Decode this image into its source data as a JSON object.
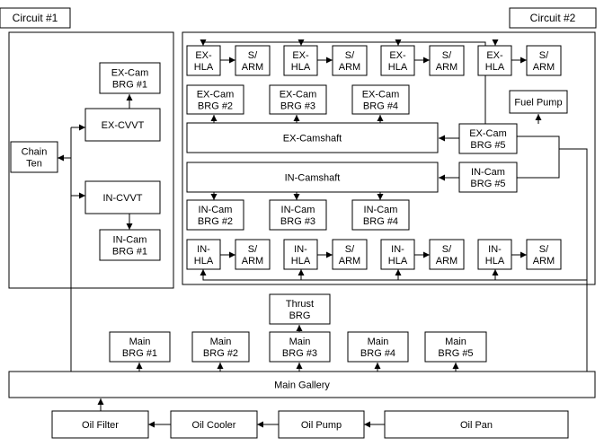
{
  "circuits": {
    "c1": "Circuit #1",
    "c2": "Circuit #2"
  },
  "nodes": {
    "ex_cam_brg1": [
      "EX-Cam",
      "BRG #1"
    ],
    "ex_cvvt": [
      "EX-CVVT"
    ],
    "chain_ten": [
      "Chain",
      "Ten"
    ],
    "in_cvvt": [
      "IN-CVVT"
    ],
    "in_cam_brg1": [
      "IN-Cam",
      "BRG #1"
    ],
    "ex_hla_1": [
      "EX-",
      "HLA"
    ],
    "s_arm_ex_1": [
      "S/",
      "ARM"
    ],
    "ex_hla_2": [
      "EX-",
      "HLA"
    ],
    "s_arm_ex_2": [
      "S/",
      "ARM"
    ],
    "ex_hla_3": [
      "EX-",
      "HLA"
    ],
    "s_arm_ex_3": [
      "S/",
      "ARM"
    ],
    "ex_hla_4": [
      "EX-",
      "HLA"
    ],
    "s_arm_ex_4": [
      "S/",
      "ARM"
    ],
    "ex_cam_brg2": [
      "EX-Cam",
      "BRG #2"
    ],
    "ex_cam_brg3": [
      "EX-Cam",
      "BRG #3"
    ],
    "ex_cam_brg4": [
      "EX-Cam",
      "BRG #4"
    ],
    "fuel_pump": [
      "Fuel Pump"
    ],
    "ex_camshaft": [
      "EX-Camshaft"
    ],
    "ex_cam_brg5": [
      "EX-Cam",
      "BRG #5"
    ],
    "in_camshaft": [
      "IN-Camshaft"
    ],
    "in_cam_brg5": [
      "IN-Cam",
      "BRG #5"
    ],
    "in_cam_brg2": [
      "IN-Cam",
      "BRG #2"
    ],
    "in_cam_brg3": [
      "IN-Cam",
      "BRG #3"
    ],
    "in_cam_brg4": [
      "IN-Cam",
      "BRG #4"
    ],
    "in_hla_1": [
      "IN-",
      "HLA"
    ],
    "s_arm_in_1": [
      "S/",
      "ARM"
    ],
    "in_hla_2": [
      "IN-",
      "HLA"
    ],
    "s_arm_in_2": [
      "S/",
      "ARM"
    ],
    "in_hla_3": [
      "IN-",
      "HLA"
    ],
    "s_arm_in_3": [
      "S/",
      "ARM"
    ],
    "in_hla_4": [
      "IN-",
      "HLA"
    ],
    "s_arm_in_4": [
      "S/",
      "ARM"
    ],
    "thrust_brg": [
      "Thrust",
      "BRG"
    ],
    "main_brg1": [
      "Main",
      "BRG #1"
    ],
    "main_brg2": [
      "Main",
      "BRG #2"
    ],
    "main_brg3": [
      "Main",
      "BRG #3"
    ],
    "main_brg4": [
      "Main",
      "BRG #4"
    ],
    "main_brg5": [
      "Main",
      "BRG #5"
    ],
    "main_gallery": [
      "Main Gallery"
    ],
    "oil_filter": [
      "Oil Filter"
    ],
    "oil_cooler": [
      "Oil Cooler"
    ],
    "oil_pump": [
      "Oil Pump"
    ],
    "oil_pan": [
      "Oil Pan"
    ]
  }
}
